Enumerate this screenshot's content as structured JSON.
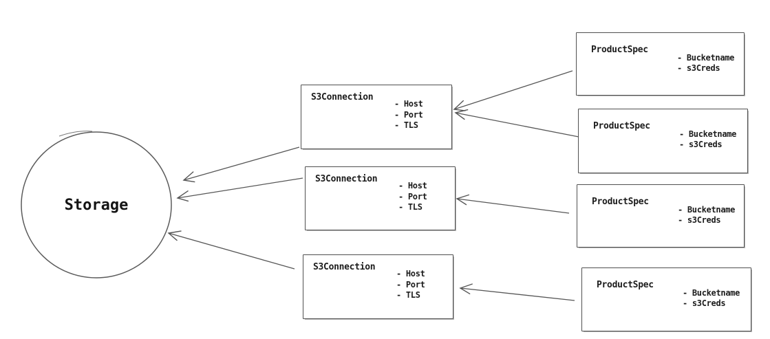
{
  "canvas": {
    "background": "#ffffff"
  },
  "colors": {
    "stroke": "#565656",
    "text": "#1c1c1c"
  },
  "storage": {
    "label": "Storage"
  },
  "s3_connections": [
    {
      "title": "S3Connection",
      "attributes": [
        "- Host",
        "- Port",
        "- TLS"
      ]
    },
    {
      "title": "S3Connection",
      "attributes": [
        "- Host",
        "- Port",
        "- TLS"
      ]
    },
    {
      "title": "S3Connection",
      "attributes": [
        "- Host",
        "- Port",
        "- TLS"
      ]
    }
  ],
  "product_specs": [
    {
      "title": "ProductSpec",
      "attributes": [
        "- Bucketname",
        "- s3Creds"
      ]
    },
    {
      "title": "ProductSpec",
      "attributes": [
        "- Bucketname",
        "- s3Creds"
      ]
    },
    {
      "title": "ProductSpec",
      "attributes": [
        "- Bucketname",
        "- s3Creds"
      ]
    },
    {
      "title": "ProductSpec",
      "attributes": [
        "- Bucketname",
        "- s3Creds"
      ]
    }
  ],
  "edges": [
    {
      "from": "ProductSpec 1",
      "to": "S3Connection 1"
    },
    {
      "from": "ProductSpec 2",
      "to": "S3Connection 1"
    },
    {
      "from": "ProductSpec 3",
      "to": "S3Connection 2"
    },
    {
      "from": "ProductSpec 4",
      "to": "S3Connection 3"
    },
    {
      "from": "S3Connection 1",
      "to": "Storage"
    },
    {
      "from": "S3Connection 2",
      "to": "Storage"
    },
    {
      "from": "S3Connection 3",
      "to": "Storage"
    }
  ]
}
